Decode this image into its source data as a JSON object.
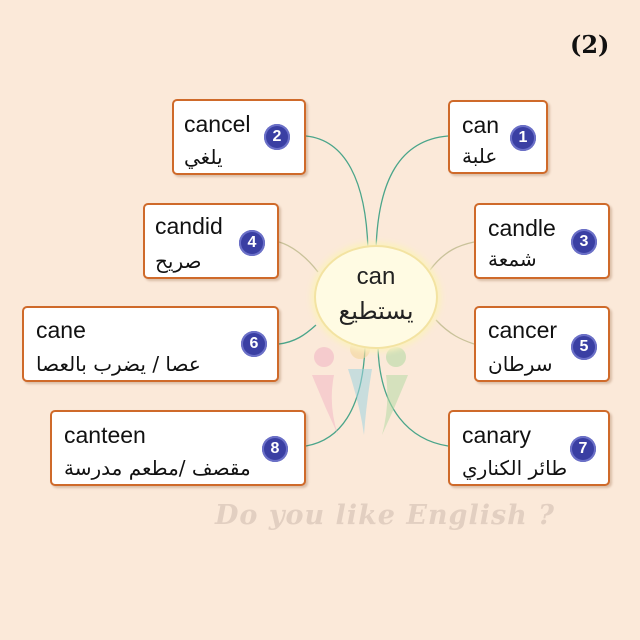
{
  "page_number": "(2)",
  "center": {
    "english": "can",
    "arabic": "يستطيع"
  },
  "words": [
    {
      "number": "1",
      "english": "can",
      "arabic": "علبة"
    },
    {
      "number": "2",
      "english": "cancel",
      "arabic": "يلغي"
    },
    {
      "number": "3",
      "english": "candle",
      "arabic": "شمعة"
    },
    {
      "number": "4",
      "english": "candid",
      "arabic": "صريح"
    },
    {
      "number": "5",
      "english": "cancer",
      "arabic": "سرطان"
    },
    {
      "number": "6",
      "english": "cane",
      "arabic": "عصا / يضرب بالعصا"
    },
    {
      "number": "7",
      "english": "canary",
      "arabic": "طائر الكناري"
    },
    {
      "number": "8",
      "english": "canteen",
      "arabic": "مقصف /مطعم مدرسة"
    }
  ],
  "watermark": {
    "text": "Do you like English ?",
    "logo_icon": "people-logo-icon"
  },
  "colors": {
    "background": "#fbe9d9",
    "box_border": "#cf6a2a",
    "badge": "#3a3fa3",
    "connector_left": "#4aa58a",
    "connector_right": "#c9c29a",
    "center_fill": "#fffbe3"
  }
}
